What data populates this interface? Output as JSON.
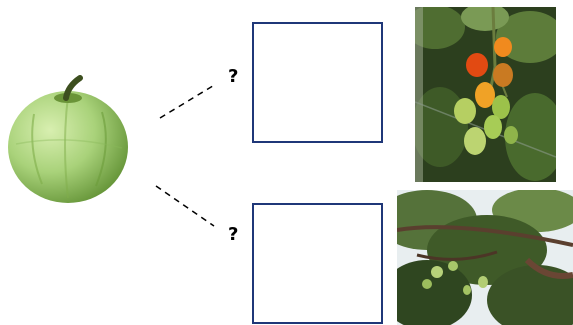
{
  "prompts": {
    "upper_question": "?",
    "lower_question": "?"
  },
  "colors": {
    "box_border": "#1f3778",
    "guava_light": "#b9dc8c",
    "guava_dark": "#6f9e3c",
    "tomato_red": "#e24a12",
    "tomato_orange": "#f08a1e",
    "tomato_green": "#9cc24a",
    "foliage_dark": "#24371a",
    "foliage_mid": "#4f6d31",
    "sky": "#e8eef0"
  },
  "icons": {
    "left_subject": "guava-fruit-image",
    "upper_photo": "tomato-plant-photo",
    "lower_photo": "guava-tree-photo"
  }
}
